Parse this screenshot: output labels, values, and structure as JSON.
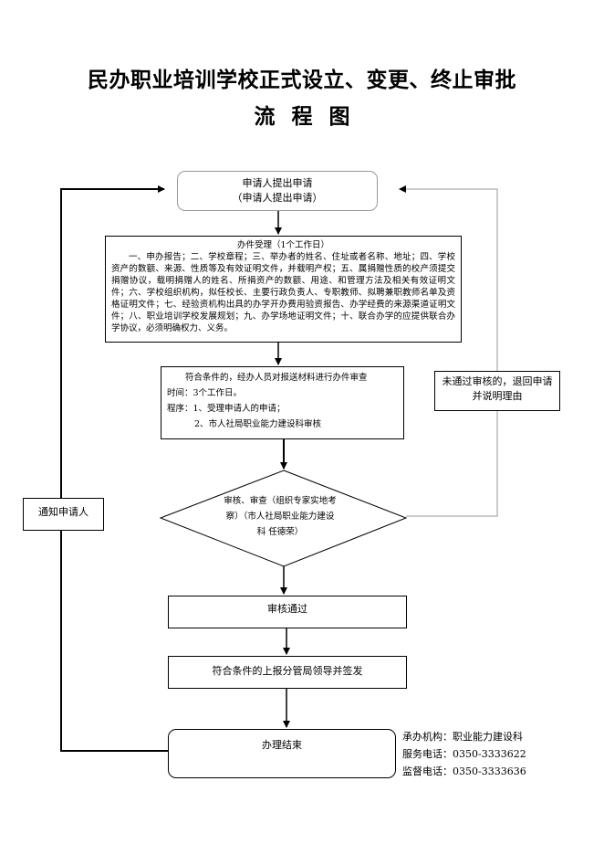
{
  "title": {
    "line1": "民办职业培训学校正式设立、变更、终止审批",
    "line2": "流程图"
  },
  "applicant": {
    "line1": "申请人提出申请",
    "line2": "（申请人提出申请）"
  },
  "accept": {
    "head": "办件受理（1个工作日）",
    "body": "一、申办报告；二、学校章程；三、举办者的姓名、住址或者名称、地址；四、学校资产的数额、来源、性质等及有效证明文件，并载明产权；五、属捐赠性质的校产须提交捐赠协议，载明捐赠人的姓名、所捐资产的数额、用途、和管理方法及相关有效证明文件；六、学校组织机构，拟任校长、主要行政负责人、专职教师、拟聘兼职教师名单及资格证明文件；七、经验资机构出具的办学开办费用验资报告、办学经费的来源渠道证明文件；八、职业培训学校发展规划；九、办学场地证明文件；十、联合办学的应提供联合办学协议，必须明确权力、义务。"
  },
  "review": {
    "line1": "符合条件的，经办人员对报送材料进行办件审查",
    "line2": "时间：3个工作日。",
    "line3": "程序：1、受理申请人的申请；",
    "line4": "2、市人社局职业能力建设科审核"
  },
  "reject": {
    "line1": "未通过审核的，退回申请",
    "line2": "并说明理由"
  },
  "notify": {
    "label": "通知申请人"
  },
  "decision": {
    "line1": "审核、审查（组织专家实地考",
    "line2": "察）（市人社局职业能力建设",
    "line3": "科 任德荣）"
  },
  "pass": {
    "label": "审核通过"
  },
  "sign": {
    "label": "符合条件的上报分管局领导并签发"
  },
  "done": {
    "label": "办理结束"
  },
  "info": {
    "org": "承办机构：职业能力建设科",
    "service": "服务电话：0350-3333622",
    "supervise": "监督电话：0350-3333636"
  }
}
